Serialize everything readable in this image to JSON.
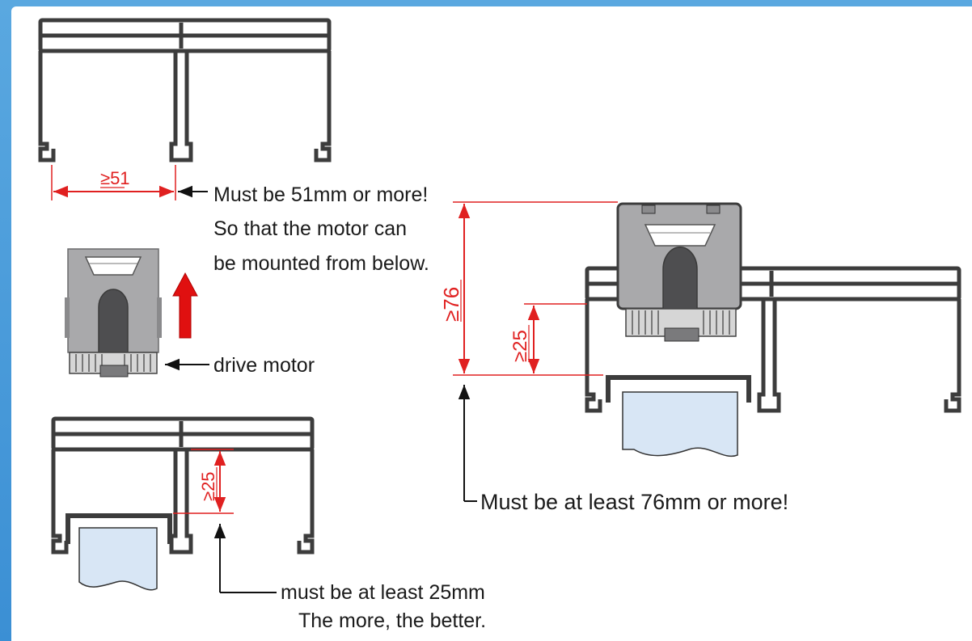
{
  "colors": {
    "background": "#4a9ad8",
    "profile": "#3c3c3c",
    "profile_fill": "#ffffff",
    "motor_body": "#a9a9ab",
    "motor_dark": "#5a5a5c",
    "dimension": "#e02020",
    "arrow": "#e01010",
    "fabric": "#d8e6f5"
  },
  "dimensions": {
    "top_gap": "≥51",
    "bottom_gap": "≥25",
    "right_height": "≥76",
    "right_gap": "≥25"
  },
  "notes": {
    "top_line1": "Must be 51mm or more!",
    "top_line2": "So that the motor can",
    "top_line3": "be mounted from below.",
    "motor_label": "drive motor",
    "bottom_line1": "must be at least 25mm",
    "bottom_line2": "The more, the better.",
    "right_note": "Must be at least 76mm or more!"
  },
  "icons": {
    "upward_arrow": "arrow-up-icon",
    "motor": "drive-motor-icon"
  }
}
